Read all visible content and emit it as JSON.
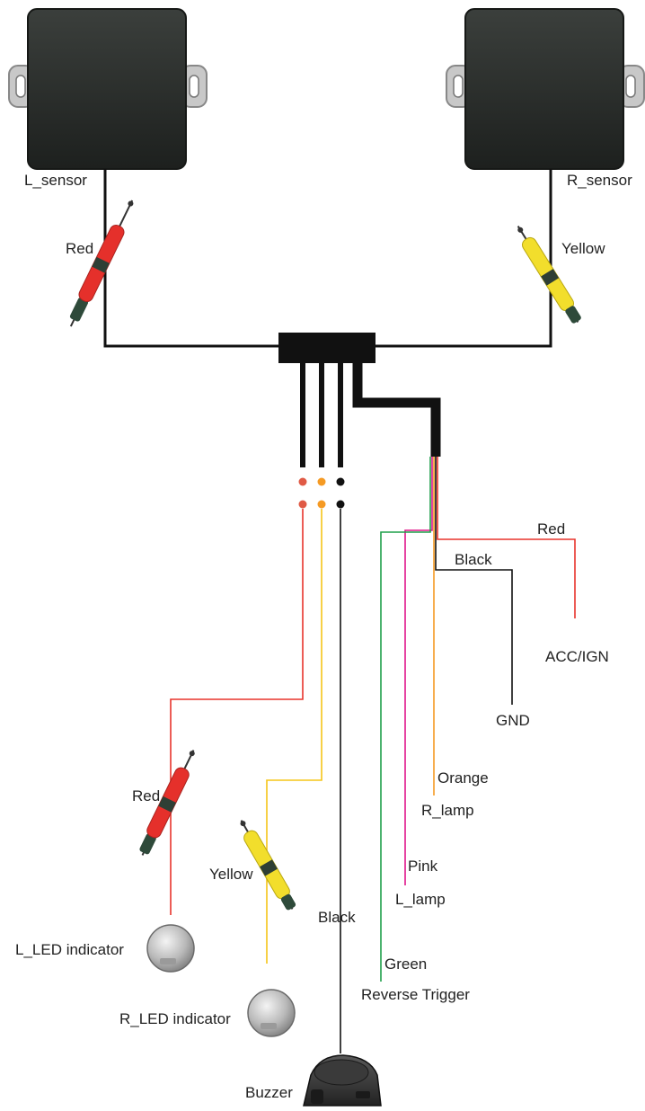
{
  "colors": {
    "wire_black": "#111111",
    "wire_red": "#e8342c",
    "wire_yellow": "#f5c518",
    "wire_green": "#1fa04a",
    "wire_pink": "#e0158a",
    "wire_orange": "#f59a23",
    "sensor_body": "#2a2d2b"
  },
  "labels": {
    "l_sensor": "L_sensor",
    "r_sensor": "R_sensor",
    "red_top": "Red",
    "yellow_top": "Yellow",
    "red_pwr": "Red",
    "black_pwr": "Black",
    "acc_ign": "ACC/IGN",
    "gnd": "GND",
    "orange": "Orange",
    "r_lamp": "R_lamp",
    "pink": "Pink",
    "l_lamp": "L_lamp",
    "green": "Green",
    "reverse_trigger": "Reverse Trigger",
    "red_led": "Red",
    "yellow_led": "Yellow",
    "black_buzzer": "Black",
    "l_led": "L_LED indicator",
    "r_led": "R_LED indicator",
    "buzzer": "Buzzer"
  }
}
